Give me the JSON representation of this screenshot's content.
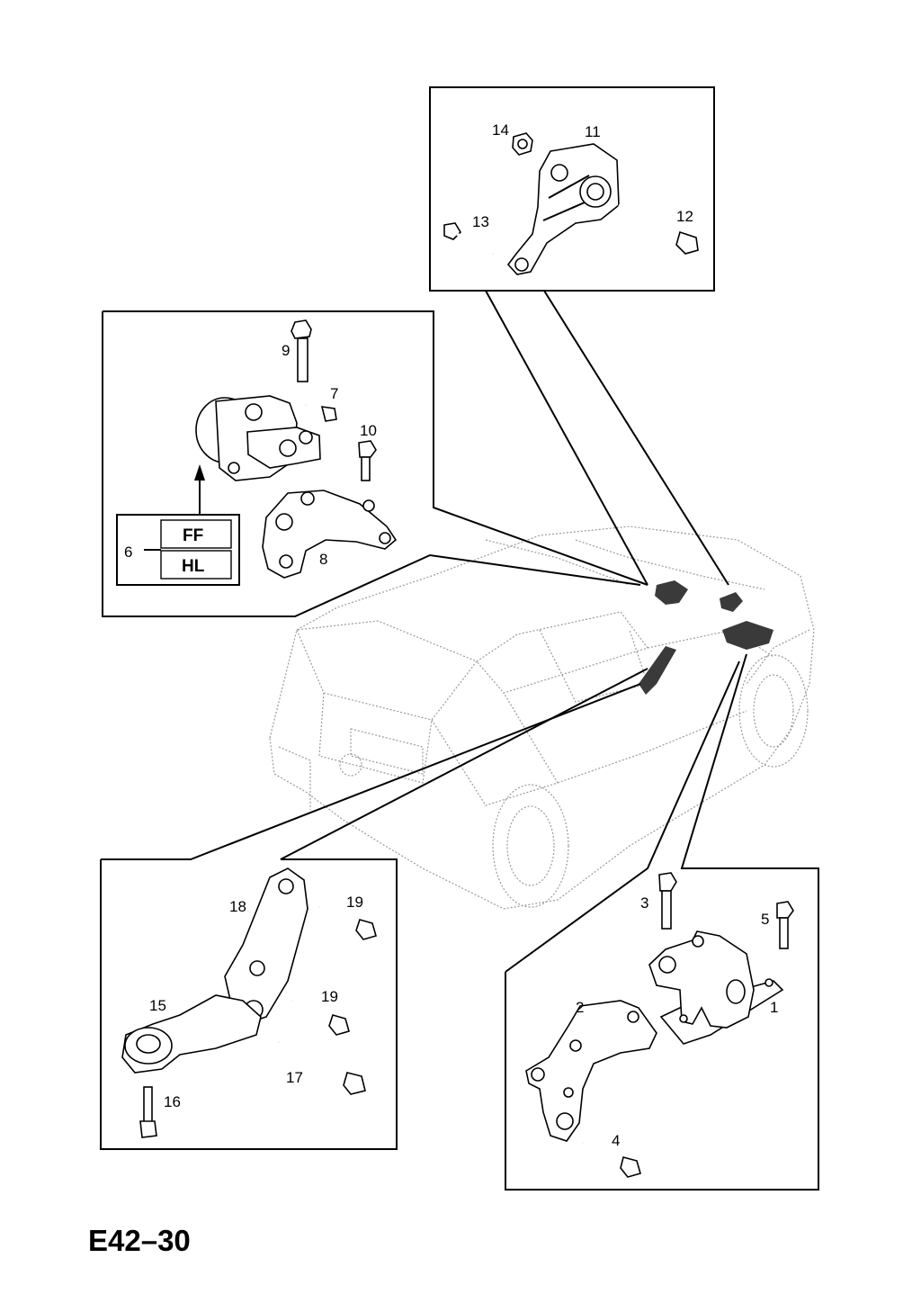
{
  "diagram_code": "E42–30",
  "callouts": {
    "p1": "1",
    "p2": "2",
    "p3": "3",
    "p4": "4",
    "p5": "5",
    "p6": "6",
    "p7": "7",
    "p8": "8",
    "p9": "9",
    "p10": "10",
    "p11": "11",
    "p12": "12",
    "p13": "13",
    "p14": "14",
    "p15": "15",
    "p16": "16",
    "p17": "17",
    "p18": "18",
    "p19a": "19",
    "p19b": "19"
  },
  "variant_box": {
    "top": "FF",
    "bottom": "HL"
  }
}
